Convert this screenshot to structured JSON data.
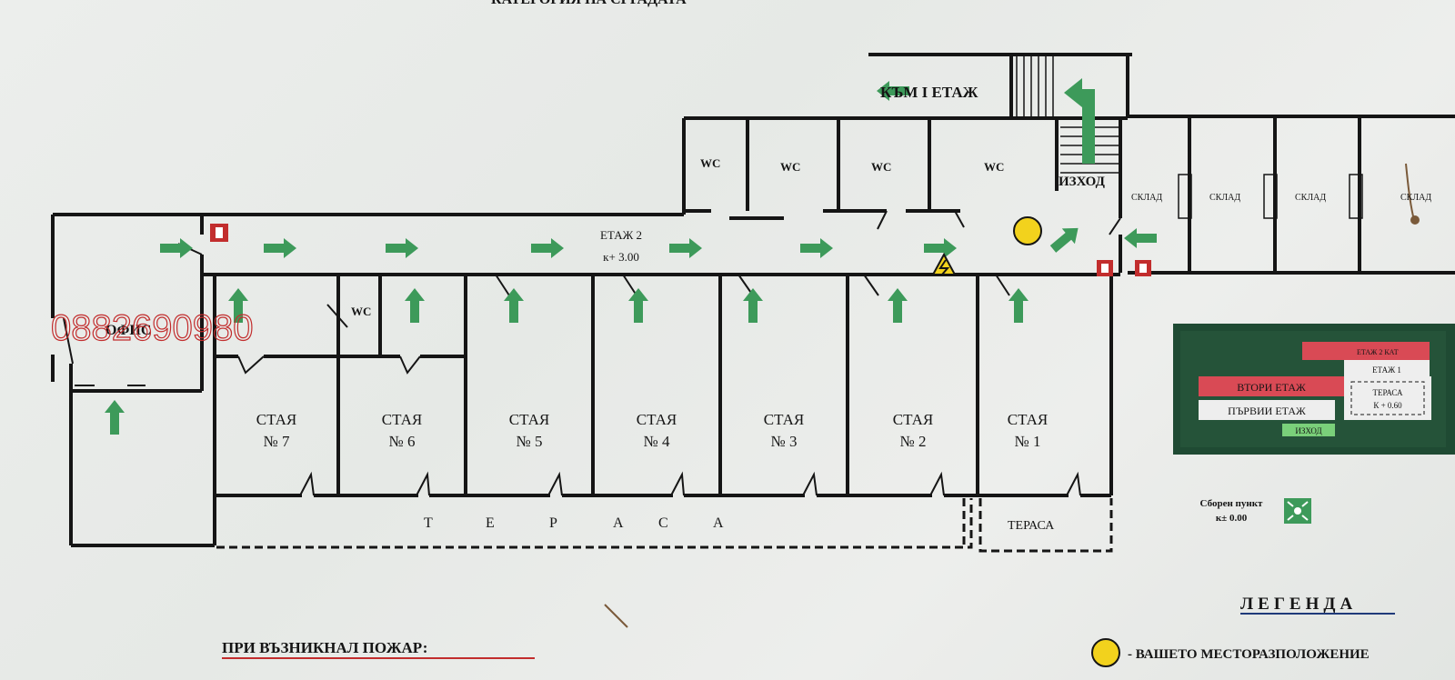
{
  "header_fragment": "КАТЕГОРИЯ НА СГРАДАТА",
  "stairs_label": "КЪМ І ЕТАЖ",
  "exit_label": "ИЗХОД",
  "floor_label": {
    "line1": "ЕТАЖ 2",
    "line2": "к+ 3.00"
  },
  "office_label": "ОФИС",
  "phone_watermark": "0882690980",
  "wc_labels": [
    "WC",
    "WC",
    "WC",
    "WC",
    "WC"
  ],
  "storage_labels": [
    "СКЛАД",
    "СКЛАД",
    "СКЛАД",
    "СКЛАД"
  ],
  "rooms": [
    {
      "line1": "СТАЯ",
      "line2": "№ 7"
    },
    {
      "line1": "СТАЯ",
      "line2": "№ 6"
    },
    {
      "line1": "СТАЯ",
      "line2": "№ 5"
    },
    {
      "line1": "СТАЯ",
      "line2": "№ 4"
    },
    {
      "line1": "СТАЯ",
      "line2": "№ 3"
    },
    {
      "line1": "СТАЯ",
      "line2": "№ 2"
    },
    {
      "line1": "СТАЯ",
      "line2": "№ 1"
    }
  ],
  "terrace_spaced": [
    "Т",
    "Е",
    "Р",
    "А",
    "С",
    "А"
  ],
  "terrace_small": "ТЕРАСА",
  "overview": {
    "floor2_tag": "ЕТАЖ 2 КАТ",
    "second_floor": "ВТОРИ ЕТАЖ",
    "floor1_tag": "ЕТАЖ 1",
    "first_floor": "ПЪРВИИ ЕТАЖ",
    "terrace_line1": "ТЕРАСА",
    "terrace_line2": "К + 0.60",
    "exit": "ИЗХОД"
  },
  "assembly": {
    "line1": "Сборен пункт",
    "line2": "к± 0.00"
  },
  "legend_title": "ЛЕГЕНДА",
  "legend_item": "- ВАШЕТО МЕСТОРАЗПОЛОЖЕНИЕ",
  "fire_heading": "ПРИ ВЪЗНИКНАЛ ПОЖАР:",
  "colors": {
    "wall": "#151515",
    "arrow": "#3d9a5a",
    "red": "#c22d2d",
    "yellow": "#f2d21d",
    "overview_bg": "#1f4a33"
  }
}
